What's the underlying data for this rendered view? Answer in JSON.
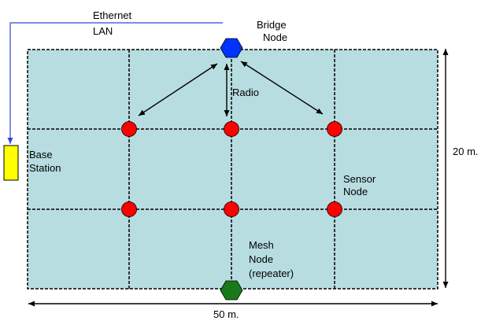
{
  "labels": {
    "ethernet_line1": "Ethernet",
    "ethernet_line2": "LAN",
    "bridge_line1": "Bridge",
    "bridge_line2": "Node",
    "radio": "Radio",
    "base_line1": "Base",
    "base_line2": "Station",
    "sensor_line1": "Sensor",
    "sensor_line2": "Node",
    "mesh_line1": "Mesh",
    "mesh_line2": "Node",
    "mesh_line3": "(repeater)",
    "height_dim": "20 m.",
    "width_dim": "50 m."
  },
  "colors": {
    "field": "#b7dde0",
    "grid": "#000000",
    "bridge_node": "#0033ff",
    "sensor_node": "#ff0000",
    "mesh_node": "#1a7a1a",
    "base_station": "#ffff00",
    "ethernet_line": "#3344dd"
  }
}
